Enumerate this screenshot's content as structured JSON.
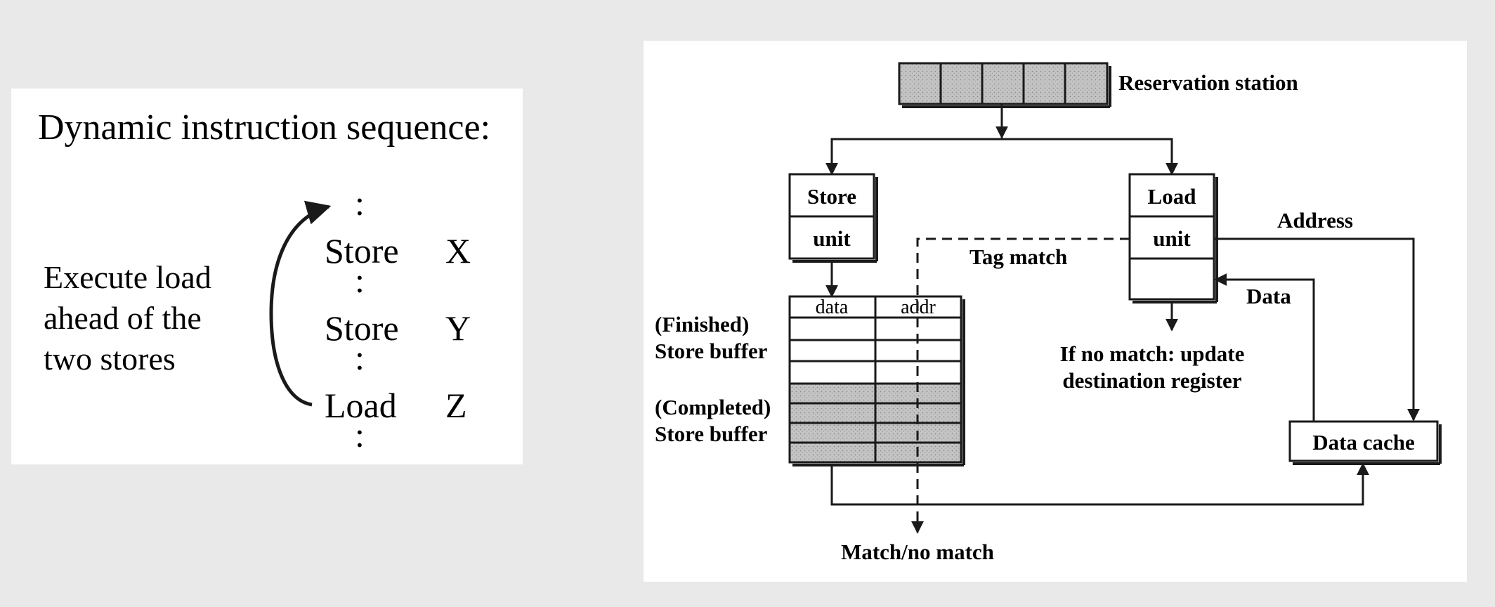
{
  "sequence": {
    "heading": "Dynamic instruction sequence:",
    "note_lines": [
      "Execute load",
      "ahead of the",
      "two stores"
    ],
    "ellipsis": ":",
    "rows": [
      {
        "op": "Store",
        "operand": "X"
      },
      {
        "op": "Store",
        "operand": "Y"
      },
      {
        "op": "Load",
        "operand": "Z"
      }
    ]
  },
  "diagram": {
    "reservation_station": "Reservation station",
    "store_unit": [
      "Store",
      "unit"
    ],
    "load_unit": [
      "Load",
      "unit"
    ],
    "tag_match": "Tag match",
    "address": "Address",
    "data": "Data",
    "buffer_columns": [
      "data",
      "addr"
    ],
    "finished_label": [
      "(Finished)",
      "Store buffer"
    ],
    "completed_label": [
      "(Completed)",
      "Store buffer"
    ],
    "no_match_note": [
      "If no match: update",
      "destination register"
    ],
    "data_cache": "Data cache",
    "match_no_match": "Match/no match"
  },
  "colors": {
    "ink": "#1a1a1a",
    "shaded": "#c4c4c4",
    "page": "#e9e9e9",
    "panel": "#ffffff"
  }
}
